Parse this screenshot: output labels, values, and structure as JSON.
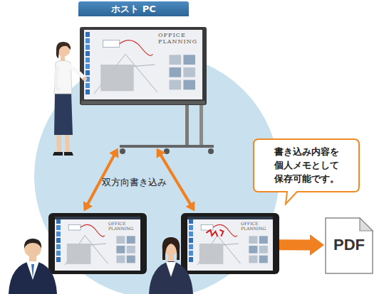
{
  "diagram": {
    "nodes": [
      {
        "text": [
          "ホスト PC",
          "OFFICE PLANNING"
        ]
      },
      {
        "text": [
          "OFFICE PLANNING"
        ]
      },
      {
        "text": [
          "OFFICE PLANNING"
        ]
      },
      {
        "text": [
          "書き込み内容を 個人メモとして 保存可能です。"
        ]
      },
      {
        "text": [
          "PDF"
        ]
      }
    ],
    "edges": [
      {
        "from": 0,
        "to": 1,
        "arrow": "both"
      },
      {
        "from": 0,
        "to": 2,
        "arrow": "both"
      },
      {
        "from": 2,
        "to": 4,
        "arrow": "to"
      }
    ],
    "labels": [
      "双方向書き込み"
    ]
  }
}
